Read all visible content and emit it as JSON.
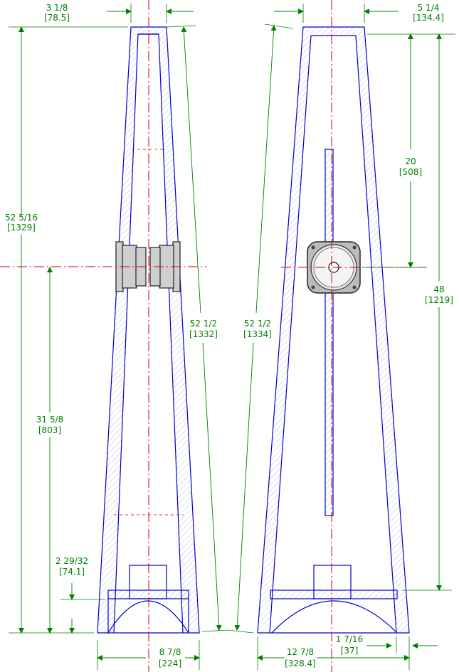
{
  "dimensions": {
    "top_width_front": [
      "3 1/8",
      "[78.5]"
    ],
    "top_width_side": [
      "5 1/4",
      "[134.4]"
    ],
    "overall_height": [
      "52 5/16",
      "[1329]"
    ],
    "driver_height": [
      "31 5/8",
      "[803]"
    ],
    "base_height": [
      "2 29/32",
      "[74.1]"
    ],
    "base_width_front": [
      "8 7/8",
      "[224]"
    ],
    "slant_front": [
      "52 1/2",
      "[1332]"
    ],
    "slant_side": [
      "52 1/2",
      "[1334]"
    ],
    "driver_from_top": [
      "20",
      "[508]"
    ],
    "side_height": [
      "48",
      "[1219]"
    ],
    "base_width_side": [
      "12 7/8",
      "[328.4]"
    ],
    "base_offset_side": [
      "1 7/16",
      "[37]"
    ]
  },
  "colors": {
    "outline": "#0000cc",
    "dimension": "#008000",
    "centerline": "#cc0000"
  }
}
